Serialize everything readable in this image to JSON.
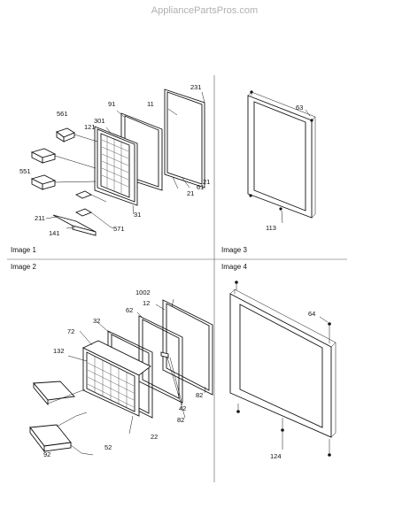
{
  "watermark": "AppliancePartsPros.com",
  "panels": {
    "image1": {
      "title": "Image 1",
      "callouts": [
        "231",
        "11",
        "91",
        "561",
        "301",
        "121",
        "551",
        "21",
        "61",
        "21",
        "31",
        "211",
        "571",
        "141"
      ]
    },
    "image3": {
      "title": "Image 3",
      "callouts": [
        "63",
        "113"
      ]
    },
    "image2": {
      "title": "Image 2",
      "callouts": [
        "1002",
        "12",
        "62",
        "32",
        "72",
        "132",
        "42",
        "82",
        "82",
        "22",
        "52",
        "92"
      ]
    },
    "image4": {
      "title": "Image 4",
      "callouts": [
        "64",
        "124"
      ]
    }
  }
}
